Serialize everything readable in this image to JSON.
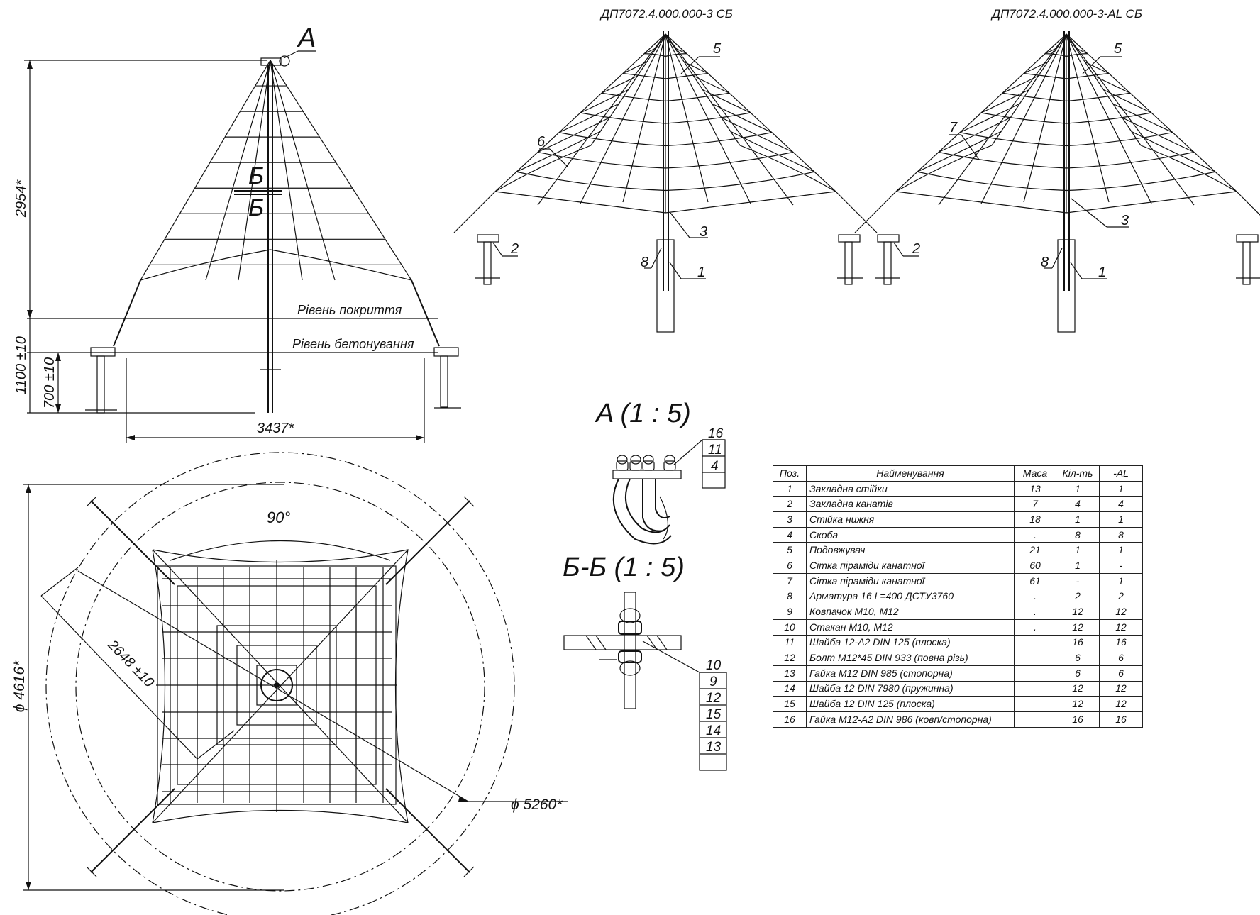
{
  "drawing": {
    "title_std": "ДП7072.4.000.000-3 СБ",
    "title_al": "ДП7072.4.000.000-3-AL СБ",
    "front_view": {
      "height_dim": "2954*",
      "depth_dim": "1100 ±10",
      "embed_dim": "700 ±10",
      "base_dim": "3437*",
      "level_surface": "Рівень покриття",
      "level_concrete": "Рівень бетонування",
      "section_letter": "Б",
      "detail_letter": "A"
    },
    "plan_view": {
      "angle": "90°",
      "diag_dim": "2648 ±10",
      "outer_diam": "ϕ 4616*",
      "circle_diam": "ϕ 5260*"
    },
    "std_view_callouts": [
      "5",
      "6",
      "3",
      "2",
      "8",
      "1"
    ],
    "al_view_callouts": [
      "5",
      "7",
      "3",
      "2",
      "8",
      "1"
    ],
    "detail_a": {
      "title": "A (1 : 5)",
      "callouts": [
        "16",
        "11",
        "4"
      ]
    },
    "section_bb": {
      "title": "Б-Б (1 : 5)",
      "callouts": [
        "10",
        "9",
        "12",
        "15",
        "14",
        "13"
      ]
    }
  },
  "spec_table": {
    "headers": [
      "Поз.",
      "Найменування",
      "Маса",
      "Кіл-ть",
      "-AL"
    ],
    "rows": [
      [
        "1",
        "Закладна стійки",
        "13",
        "1",
        "1"
      ],
      [
        "2",
        "Закладна канатів",
        "7",
        "4",
        "4"
      ],
      [
        "3",
        "Стійка нижня",
        "18",
        "1",
        "1"
      ],
      [
        "4",
        "Скоба",
        ".",
        "8",
        "8"
      ],
      [
        "5",
        "Подовжувач",
        "21",
        "1",
        "1"
      ],
      [
        "6",
        "Сітка піраміди канатної",
        "60",
        "1",
        "-"
      ],
      [
        "7",
        "Сітка піраміди канатної",
        "61",
        "-",
        "1"
      ],
      [
        "8",
        "Арматура 16 L=400 ДСТУ3760",
        ".",
        "2",
        "2"
      ],
      [
        "9",
        "Ковпачок М10, М12",
        ".",
        "12",
        "12"
      ],
      [
        "10",
        "Стакан М10, М12",
        ".",
        "12",
        "12"
      ],
      [
        "11",
        "Шайба 12-А2 DIN 125 (плоска)",
        "",
        "16",
        "16"
      ],
      [
        "12",
        "Болт М12*45 DIN 933 (повна різь)",
        "",
        "6",
        "6"
      ],
      [
        "13",
        "Гайка М12 DIN 985 (стопорна)",
        "",
        "6",
        "6"
      ],
      [
        "14",
        "Шайба 12 DIN 7980 (пружинна)",
        "",
        "12",
        "12"
      ],
      [
        "15",
        "Шайба 12 DIN 125 (плоска)",
        "",
        "12",
        "12"
      ],
      [
        "16",
        "Гайка М12-А2 DIN 986 (ковп/стопорна)",
        "",
        "16",
        "16"
      ]
    ]
  }
}
